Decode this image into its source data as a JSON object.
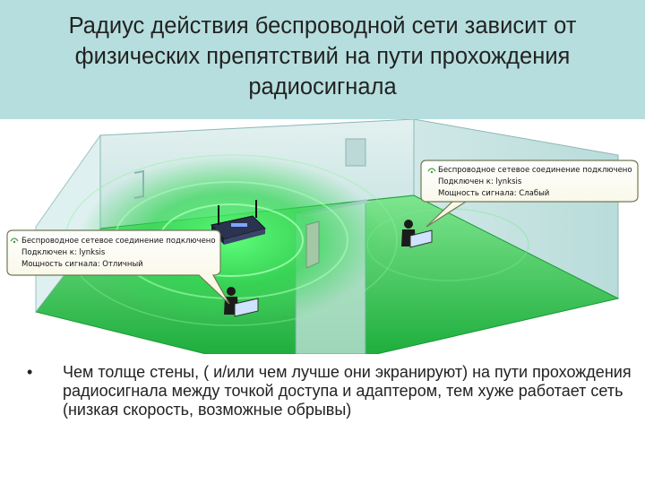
{
  "title": "Радиус действия беспроводной сети зависит от физических препятствий на пути прохождения радиосигнала",
  "bubbles": [
    {
      "line1": "Беспроводное сетевое соединение подключено",
      "line2": "Подключен к: lynksis",
      "line3": "Мощность сигнала: Слабый"
    },
    {
      "line1": "Беспроводное сетевое соединение подключено",
      "line2": "Подключен к: lynksis",
      "line3": "Мощность сигнала: Отличный"
    }
  ],
  "bullet": {
    "marker": "•",
    "text": "Чем толще стены, ( и/или чем лучше они экранируют) на пути прохождения радиосигнала  между точкой доступа и адаптером, тем хуже работает сеть (низкая скорость, возможные обрывы)"
  },
  "colors": {
    "title_band": "#b7dede",
    "signal_green": "#3ddc5a",
    "wall_glass": "#cfe7e6"
  },
  "icons": [
    "wifi-router-icon",
    "laptop-user-icon",
    "wifi-signal-icon",
    "window-icon",
    "door-icon"
  ]
}
